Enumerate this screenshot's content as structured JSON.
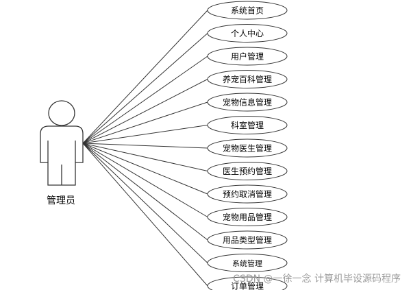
{
  "actor": {
    "label": "管理员",
    "icon": "person-icon"
  },
  "use_cases": [
    {
      "label": "系统首页"
    },
    {
      "label": "个人中心"
    },
    {
      "label": "用户管理"
    },
    {
      "label": "养宠百科管理"
    },
    {
      "label": "宠物信息管理"
    },
    {
      "label": "科室管理"
    },
    {
      "label": "宠物医生管理"
    },
    {
      "label": "医生预约管理"
    },
    {
      "label": "预约取消管理"
    },
    {
      "label": "宠物用品管理"
    },
    {
      "label": "用品类型管理"
    },
    {
      "label": "系统管理"
    },
    {
      "label": "订单管理"
    }
  ],
  "watermark": {
    "text": "CSDN @一徐一念 计算机毕设源码程序"
  },
  "colors": {
    "line": "#333333",
    "background": "#ffffff"
  }
}
